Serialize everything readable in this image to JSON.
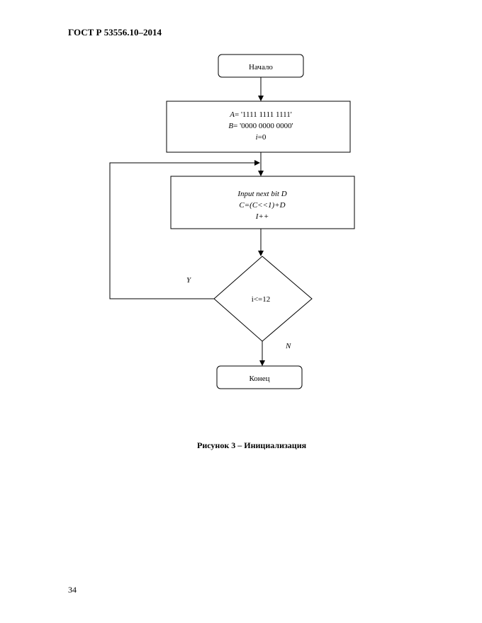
{
  "header": {
    "title": "ГОСТ Р 53556.10–2014"
  },
  "flowchart": {
    "start": {
      "label": "Начало"
    },
    "init": {
      "line1_var": "A",
      "line1_rest": "= '1111 1111 1111'",
      "line2_var": "B",
      "line2_rest": "= '0000 0000 0000'",
      "line3_var": "i",
      "line3_rest": "=0"
    },
    "process": {
      "line1": "Input next bit D",
      "line2": "C=(C<<1)+D",
      "line3": "I++"
    },
    "decision": {
      "label": "i<=12"
    },
    "branch_yes": "Y",
    "branch_no": "N",
    "end": {
      "label": "Конец"
    }
  },
  "caption": "Рисунок 3 – Инициализация",
  "page_number": "34"
}
